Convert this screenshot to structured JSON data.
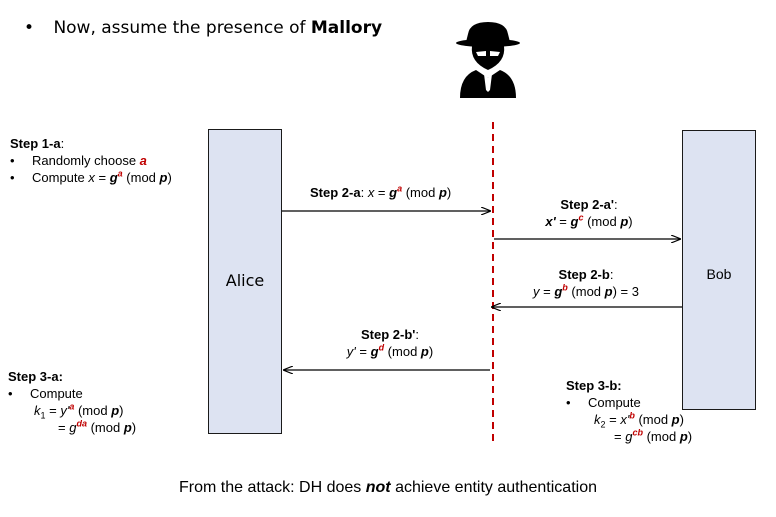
{
  "header": {
    "bullet": "•",
    "text": "Now, assume the presence of ",
    "bold": "Mallory"
  },
  "spy_icon": "spy-icon",
  "alice": {
    "label": "Alice"
  },
  "bob": {
    "label": "Bob"
  },
  "step1a": {
    "title": "Step 1-a",
    "colon": ":",
    "line1_prefix": "Randomly choose ",
    "line1_var": "a",
    "line2_prefix": "Compute ",
    "line2_x": "x",
    "line2_eq": " = ",
    "line2_g": "g",
    "line2_exp": "a",
    "line2_mod": " (mod ",
    "line2_p": "p",
    "line2_close": ")"
  },
  "step2a": {
    "title": "Step 2-a",
    "colon": ": ",
    "x": "x",
    "eq": " = ",
    "g": "g",
    "exp": "a",
    "mod": " (mod ",
    "p": "p",
    "close": ")"
  },
  "step2a_prime": {
    "title": "Step 2-a'",
    "colon": ":",
    "x": "x'",
    "eq": " = ",
    "g": "g",
    "exp": "c",
    "mod": " (mod ",
    "p": "p",
    "close": ")"
  },
  "step2b": {
    "title": "Step 2-b",
    "colon": ":",
    "y": "y",
    "eq": " = ",
    "g": "g",
    "exp": "b",
    "mod": " (mod ",
    "p": "p",
    "close": ") = 3"
  },
  "step2b_prime": {
    "title": "Step 2-b'",
    "colon": ":",
    "y": "y'",
    "eq": " = ",
    "g": "g",
    "exp": "d",
    "mod": " (mod ",
    "p": "p",
    "close": ")"
  },
  "step3a": {
    "title": "Step 3-a:",
    "compute": "Compute",
    "k": "k",
    "k_sub": "1",
    "eq": " = ",
    "y": "y'",
    "y_exp": "a",
    "mod": " (mod ",
    "p": "p",
    "close": ")",
    "eq2": "= ",
    "g": "g",
    "g_exp": "da"
  },
  "step3b": {
    "title": "Step 3-b:",
    "compute": "Compute",
    "k": "k",
    "k_sub": "2",
    "eq": " = ",
    "x": "x'",
    "x_exp": "b",
    "mod": " (mod ",
    "p": "p",
    "close": ")",
    "eq2": "= ",
    "g": "g",
    "g_exp": "cb"
  },
  "footer": {
    "prefix": "From the attack: DH does ",
    "emph": "not",
    "suffix": " achieve entity authentication"
  },
  "colors": {
    "box_fill": "#dde3f2",
    "accent_red": "#c00000",
    "mallory_line": "#c00000"
  }
}
